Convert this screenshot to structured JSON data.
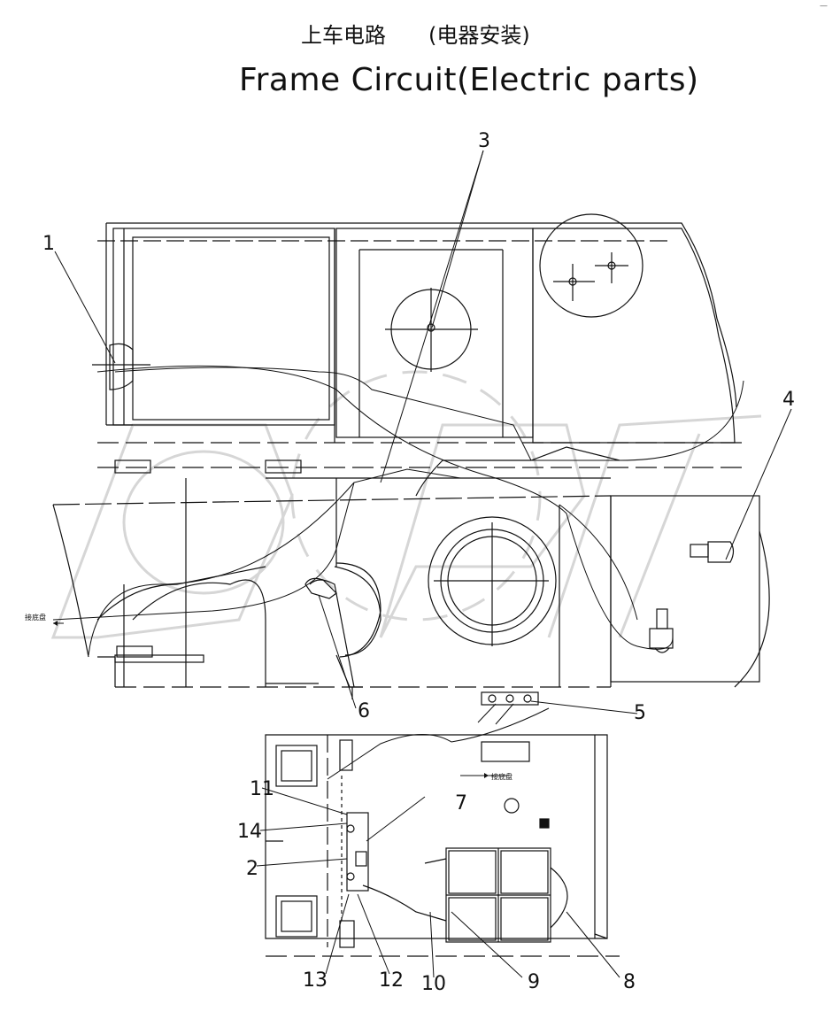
{
  "title": {
    "cn_main": "上车电路",
    "cn_sub": "(电器安装)",
    "en": "Frame Circuit(Electric parts)"
  },
  "corner_mark": "—",
  "callouts": [
    "1",
    "2",
    "3",
    "4",
    "5",
    "6",
    "7",
    "8",
    "9",
    "10",
    "11",
    "12",
    "13",
    "14"
  ],
  "wire_labels": {
    "left_arrow": "接底盘",
    "right_arrow": "接底盘"
  },
  "colors": {
    "ink": "#111111",
    "watermark": "#d6d6d6"
  }
}
